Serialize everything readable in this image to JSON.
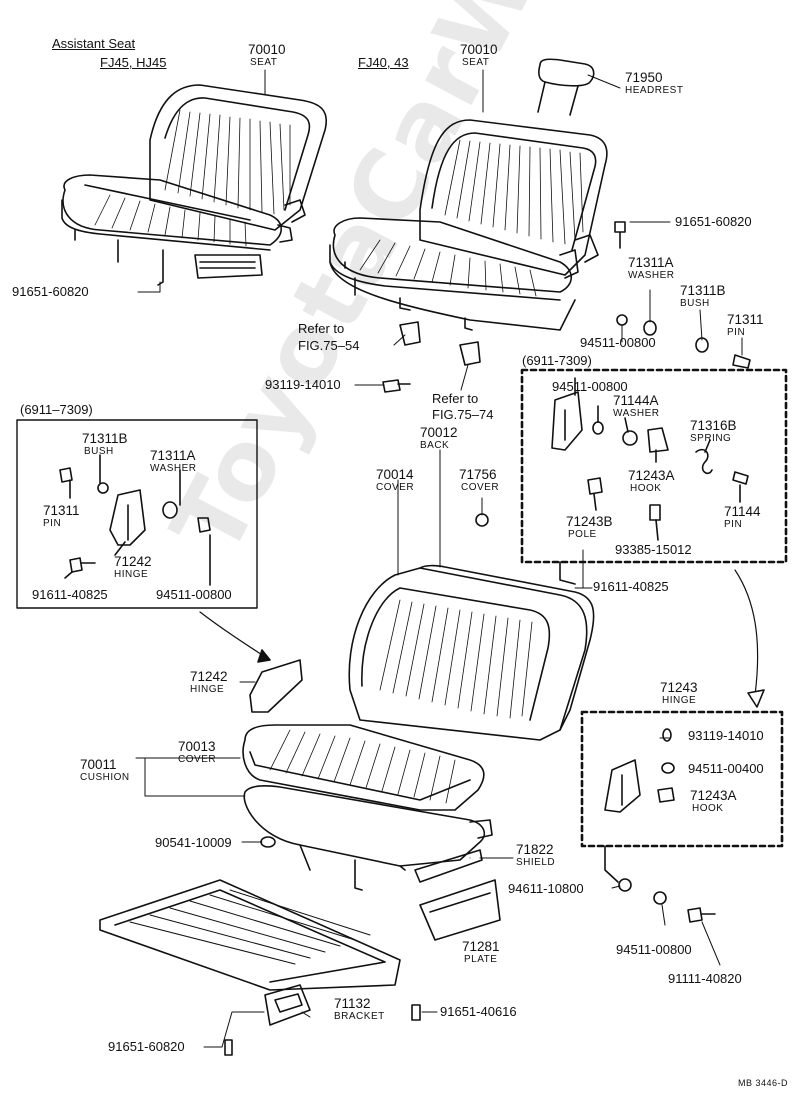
{
  "watermark": "ToyotaCarWiki.ru",
  "captions": {
    "assistant_seat": "Assistant Seat",
    "fj45": "FJ45, HJ45",
    "fj40": "FJ40, 43",
    "refer_54a": "Refer to",
    "refer_54b": "FIG.75–54",
    "refer_74a": "Refer to",
    "refer_74b": "FIG.75–74",
    "range_left": "(6911–7309)",
    "range_right": "(6911-7309)",
    "footer": "MB 3446-D"
  },
  "parts": {
    "p70010a": {
      "num": "70010",
      "name": "SEAT"
    },
    "p70010b": {
      "num": "70010",
      "name": "SEAT"
    },
    "p71950": {
      "num": "71950",
      "name": "HEADREST"
    },
    "p91651_60820a": {
      "num": "91651-60820"
    },
    "p91651_60820b": {
      "num": "91651-60820"
    },
    "p91651_60820c": {
      "num": "91651-60820"
    },
    "p71311a_r": {
      "num": "71311A",
      "name": "WASHER"
    },
    "p71311b_r": {
      "num": "71311B",
      "name": "BUSH"
    },
    "p71311_r": {
      "num": "71311",
      "name": "PIN"
    },
    "p94511_00800a": {
      "num": "94511-00800"
    },
    "p94511_00800b": {
      "num": "94511-00800"
    },
    "p94511_00800c": {
      "num": "94511-00800"
    },
    "p94511_00800d": {
      "num": "94511-00800"
    },
    "p93119_14010a": {
      "num": "93119-14010"
    },
    "p93119_14010b": {
      "num": "93119-14010"
    },
    "p70012": {
      "num": "70012",
      "name": "BACK"
    },
    "p70014": {
      "num": "70014",
      "name": "COVER"
    },
    "p71756": {
      "num": "71756",
      "name": "COVER"
    },
    "p71144a": {
      "num": "71144A",
      "name": "WASHER"
    },
    "p71316b": {
      "num": "71316B",
      "name": "SPRING"
    },
    "p71243a_r": {
      "num": "71243A",
      "name": "HOOK"
    },
    "p71243b": {
      "num": "71243B",
      "name": "POLE"
    },
    "p71144": {
      "num": "71144",
      "name": "PIN"
    },
    "p93385": {
      "num": "93385-15012"
    },
    "p91611_40825a": {
      "num": "91611-40825"
    },
    "p91611_40825b": {
      "num": "91611-40825"
    },
    "p71311b_l": {
      "num": "71311B",
      "name": "BUSH"
    },
    "p71311a_l": {
      "num": "71311A",
      "name": "WASHER"
    },
    "p71311_l": {
      "num": "71311",
      "name": "PIN"
    },
    "p71242_l": {
      "num": "71242",
      "name": "HINGE"
    },
    "p71242": {
      "num": "71242",
      "name": "HINGE"
    },
    "p71243": {
      "num": "71243",
      "name": "HINGE"
    },
    "p94511_00400": {
      "num": "94511-00400"
    },
    "p71243a_b": {
      "num": "71243A",
      "name": "HOOK"
    },
    "p70011": {
      "num": "70011",
      "name": "CUSHION"
    },
    "p70013": {
      "num": "70013",
      "name": "COVER"
    },
    "p90541": {
      "num": "90541-10009"
    },
    "p71822": {
      "num": "71822",
      "name": "SHIELD"
    },
    "p94611": {
      "num": "94611-10800"
    },
    "p71281": {
      "num": "71281",
      "name": "PLATE"
    },
    "p91111": {
      "num": "91111-40820"
    },
    "p71132": {
      "num": "71132",
      "name": "BRACKET"
    },
    "p91651_40616": {
      "num": "91651-40616"
    }
  }
}
